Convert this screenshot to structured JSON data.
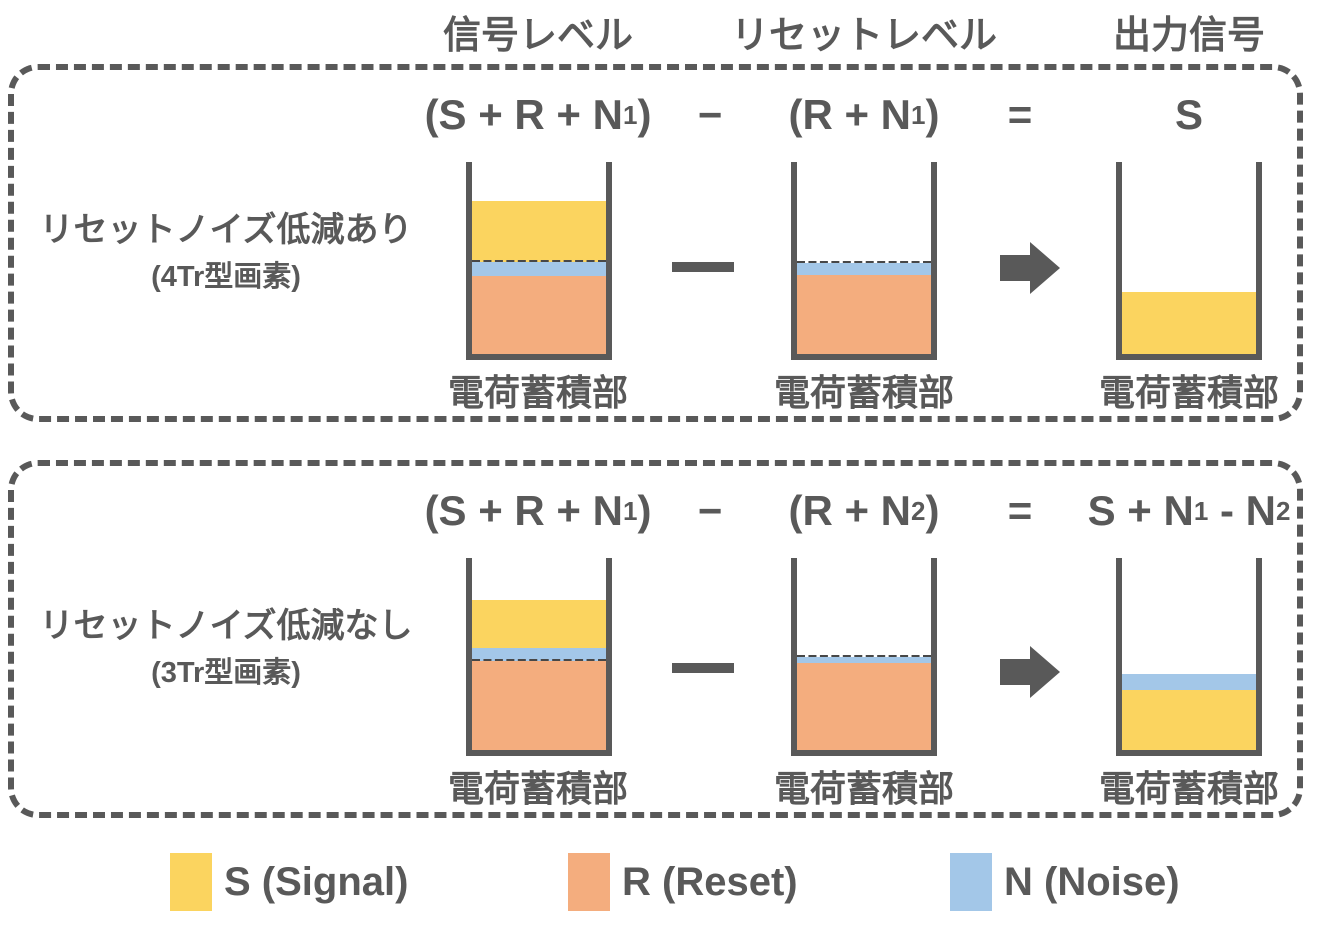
{
  "colors": {
    "signal": "#FBD45F",
    "reset": "#F4AD7E",
    "noise": "#A3C7E8",
    "text_gray": "#595959",
    "dashed_line": "#474747",
    "cap_white": "#FFFFFF",
    "background": "#FFFFFF"
  },
  "column_headers": {
    "signal_level": "信号レベル",
    "reset_level": "リセットレベル",
    "output_signal": "出力信号"
  },
  "rows": [
    {
      "label_line1": "リセットノイズ低減あり",
      "label_line2": "(4Tr型画素)",
      "formula": {
        "term1_base": "(S + R + N",
        "term1_sub": "1",
        "term1_close": ")",
        "minus": "−",
        "term2_base": "(R + N",
        "term2_sub": "1",
        "term2_close": ")",
        "equals": "=",
        "result_base": "S",
        "result_sub1": "",
        "result_mid": "",
        "result_sub2": ""
      },
      "containers": [
        {
          "label": "電荷蓄積部",
          "fills_top_to_bottom": [
            "signal",
            "noise",
            "reset"
          ],
          "dashed_reset_level_line": "above-noise"
        },
        {
          "label": "電荷蓄積部",
          "fills_top_to_bottom": [
            "noise",
            "reset"
          ],
          "dashed_reset_level_line": "above-noise"
        },
        {
          "label": "電荷蓄積部",
          "fills_top_to_bottom": [
            "signal"
          ],
          "dashed_reset_level_line": "none"
        }
      ]
    },
    {
      "label_line1": "リセットノイズ低減なし",
      "label_line2": "(3Tr型画素)",
      "formula": {
        "term1_base": "(S + R + N",
        "term1_sub": "1",
        "term1_close": ")",
        "minus": "−",
        "term2_base": "(R + N",
        "term2_sub": "2",
        "term2_close": ")",
        "equals": "=",
        "result_base": "S + N",
        "result_sub1": "1",
        "result_mid": " - N",
        "result_sub2": "2"
      },
      "containers": [
        {
          "label": "電荷蓄積部",
          "fills_top_to_bottom": [
            "signal",
            "noise",
            "reset"
          ],
          "dashed_reset_level_line": "below-noise"
        },
        {
          "label": "電荷蓄積部",
          "fills_top_to_bottom": [
            "noise",
            "reset"
          ],
          "dashed_reset_level_line": "above-noise"
        },
        {
          "label": "電荷蓄積部",
          "fills_top_to_bottom": [
            "noise",
            "signal"
          ],
          "dashed_reset_level_line": "none"
        }
      ]
    }
  ],
  "legend": [
    {
      "label": "S (Signal)",
      "color_key": "signal"
    },
    {
      "label": "R (Reset)",
      "color_key": "reset"
    },
    {
      "label": "N (Noise)",
      "color_key": "noise"
    }
  ]
}
